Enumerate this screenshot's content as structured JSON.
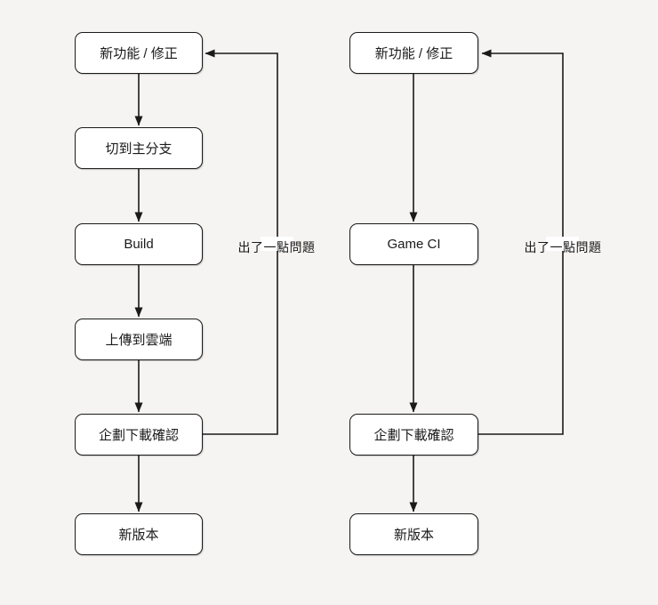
{
  "colors": {
    "canvas_bg": "#f5f4f2",
    "node_fill": "#ffffff",
    "stroke": "#1a1a1a",
    "label_patch": "#ffffff"
  },
  "left_flow": {
    "nodes": [
      "新功能 / 修正",
      "切到主分支",
      "Build",
      "上傳到雲端",
      "企劃下載確認",
      "新版本"
    ],
    "loop_label": "出了一點問題"
  },
  "right_flow": {
    "nodes": [
      "新功能 / 修正",
      "Game CI",
      "企劃下載確認",
      "新版本"
    ],
    "loop_label": "出了一點問題"
  }
}
